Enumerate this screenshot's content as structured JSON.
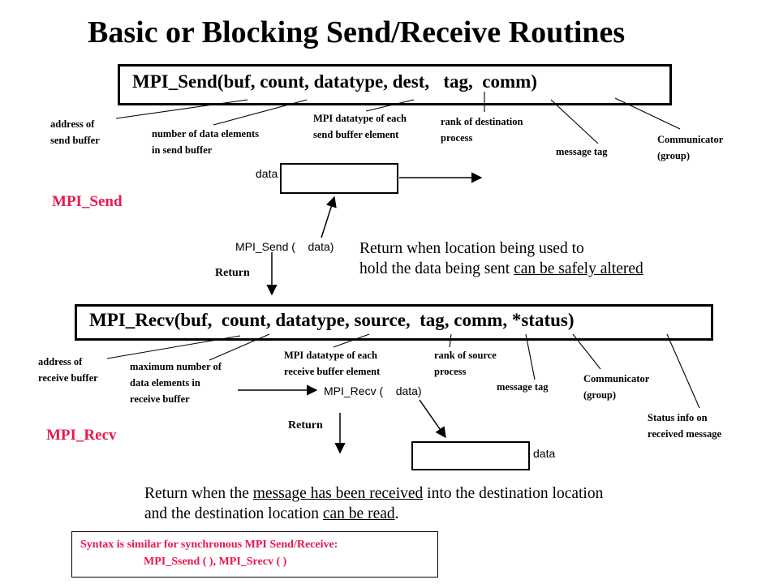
{
  "title": "Basic or Blocking Send/Receive Routines",
  "send": {
    "signature": "MPI_Send(buf, count, datatype, dest,   tag,  comm)",
    "label": "MPI_Send",
    "annotations": {
      "buf_1": "address of",
      "buf_2": "send buffer",
      "count_1": "number of data elements",
      "count_2": "in send buffer",
      "datatype_1": "MPI datatype of each",
      "datatype_2": "send buffer element",
      "dest_1": "rank of destination",
      "dest_2": "process",
      "tag": "message tag",
      "comm_1": "Communicator",
      "comm_2": "(group)"
    },
    "diagram": {
      "data_label": "data",
      "call": "MPI_Send (",
      "call_arg": "data)",
      "return_label": "Return"
    },
    "note": {
      "line1": "Return when location being used to",
      "line2_a": "hold the data being sent ",
      "line2_b": "can be safely altered"
    }
  },
  "recv": {
    "signature": "MPI_Recv(buf,  count, datatype, source,  tag, comm, *status)",
    "label": "MPI_Recv",
    "annotations": {
      "buf_1": "address of",
      "buf_2": "receive buffer",
      "count_1": "maximum number of",
      "count_2": "data elements in",
      "count_3": "receive buffer",
      "datatype_1": "MPI datatype of each",
      "datatype_2": "receive buffer element",
      "source_1": "rank of source",
      "source_2": "process",
      "tag": "message tag",
      "comm_1": "Communicator",
      "comm_2": "(group)",
      "status_1": "Status info on",
      "status_2": "received message"
    },
    "diagram": {
      "call": "MPI_Recv (",
      "call_arg": "data)",
      "data_label": "data",
      "return_label": "Return"
    },
    "note": {
      "l1_a": "Return when  the ",
      "l1_b": "message has been received",
      "l1_c": "  into the destination location",
      "l2_a": "and the destination location ",
      "l2_b": "can be read",
      "l2_c": "."
    }
  },
  "footer": {
    "line1": "Syntax is similar for synchronous MPI Send/Receive:",
    "line2": "MPI_Ssend ( ),  MPI_Srecv ( )"
  },
  "colors": {
    "accent": "#e8184e",
    "ink": "#000000",
    "background": "#ffffff"
  }
}
